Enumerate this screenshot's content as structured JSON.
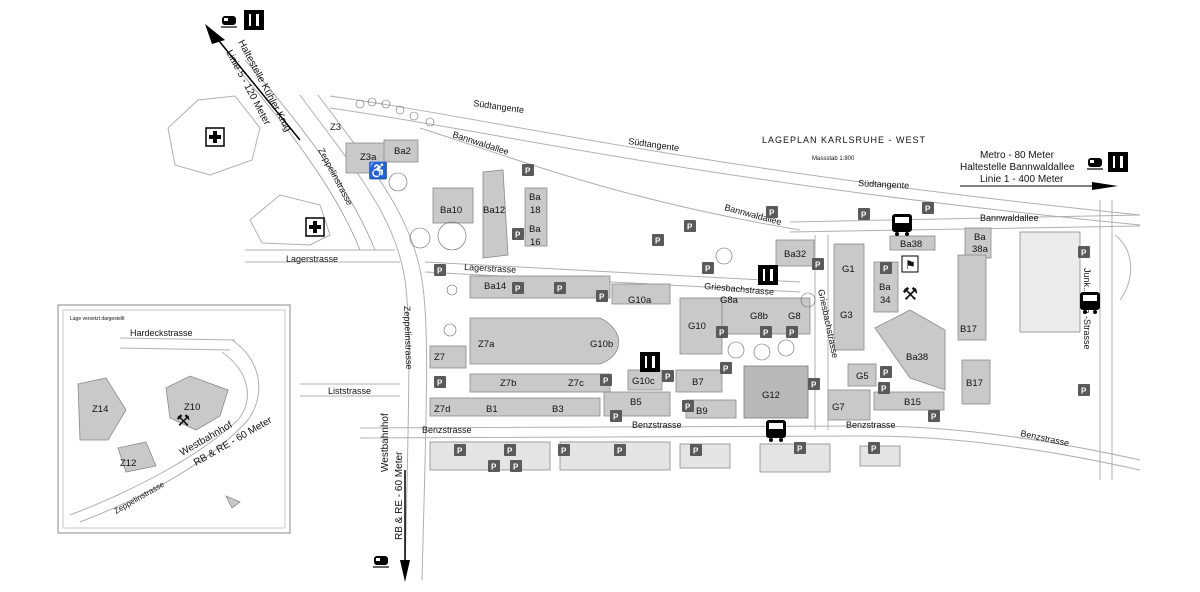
{
  "map": {
    "plan_title": "LAGEPLAN  KARLSRUHE - WEST",
    "plan_scale": "Massstab 1:800",
    "inset_note": "Lage versetzt dargestellt"
  },
  "streets": {
    "suedtangente_1": "Südtangente",
    "suedtangente_2": "Südtangente",
    "suedtangente_3": "Südtangente",
    "bannwaldallee_1": "Bannwaldallee",
    "bannwaldallee_2": "Bannwaldallee",
    "bannwaldallee_3": "Bannwaldallee",
    "zeppelinstrasse_1": "Zeppelinstrasse",
    "zeppelinstrasse_2": "Zeppelinstrasse",
    "lagerstrasse_1": "Lagerstrasse",
    "lagerstrasse_2": "Lagerstrasse",
    "liststrasse": "Liststrasse",
    "griesbachstrasse": "Griesbachstrasse",
    "griesbachstrasse_v": "Griesbachstrasse",
    "benzstrasse_1": "Benzstrasse",
    "benzstrasse_2": "Benzstrasse",
    "benzstrasse_3": "Benzstrasse",
    "benzstrasse_4": "Benzstrasse",
    "junkers_ruh": "Junk... Ruh -Strasse",
    "hardeckstrasse": "Hardeckstrasse",
    "zeppelinstrasse_inset": "Zeppelinstrasse"
  },
  "transit": {
    "kuehler_krug_1": "Haltestelle Kühler Krug",
    "kuehler_krug_2": "Linie 5 - 120 Meter",
    "metro_1": "Metro - 80 Meter",
    "metro_2": "Haltestelle Bannwaldallee",
    "metro_3": "Linie 1 - 400 Meter",
    "westbahnhof_1": "Westbahnhof",
    "westbahnhof_2": "RB & RE - 60 Meter",
    "inset_westbahnhof_1": "Westbahnhof",
    "inset_westbahnhof_2": "RB & RE - 60 Meter"
  },
  "buildings": {
    "z3": "Z3",
    "z3a": "Z3a",
    "ba2": "Ba2",
    "ba10": "Ba10",
    "ba12": "Ba12",
    "ba18_a": "Ba",
    "ba18_b": "18",
    "ba16_a": "Ba",
    "ba16_b": "16",
    "ba32": "Ba32",
    "ba38_top": "Ba38",
    "ba38a_a": "Ba",
    "ba38a_b": "38a",
    "ba14": "Ba14",
    "g10a": "G10a",
    "g10": "G10",
    "g8a": "G8a",
    "g8b": "G8b",
    "g8": "G8",
    "g1": "G1",
    "g3": "G3",
    "ba34_a": "Ba",
    "ba34_b": "34",
    "b17_top": "B17",
    "ba38_mid": "Ba38",
    "z7a": "Z7a",
    "g10b": "G10b",
    "z7": "Z7",
    "z7b": "Z7b",
    "z7c": "Z7c",
    "g10c": "G10c",
    "b7": "B7",
    "g12": "G12",
    "g5": "G5",
    "b17": "B17",
    "z7d": "Z7d",
    "b1": "B1",
    "b3": "B3",
    "b5": "B5",
    "b9": "B9",
    "g7": "G7",
    "b15": "B15",
    "z14": "Z14",
    "z10": "Z10",
    "z12": "Z12"
  },
  "parking_label": "P",
  "icons": [
    "hospital-icon",
    "train-icon",
    "restaurant-icon",
    "bus-icon",
    "exit-icon",
    "workshop-icon",
    "person-icon"
  ],
  "colors": {
    "building": "#c9c9c9",
    "outline": "#8a8a8a",
    "road": "#b0b0b0",
    "parking": "#5a5a5a",
    "text": "#111111"
  }
}
